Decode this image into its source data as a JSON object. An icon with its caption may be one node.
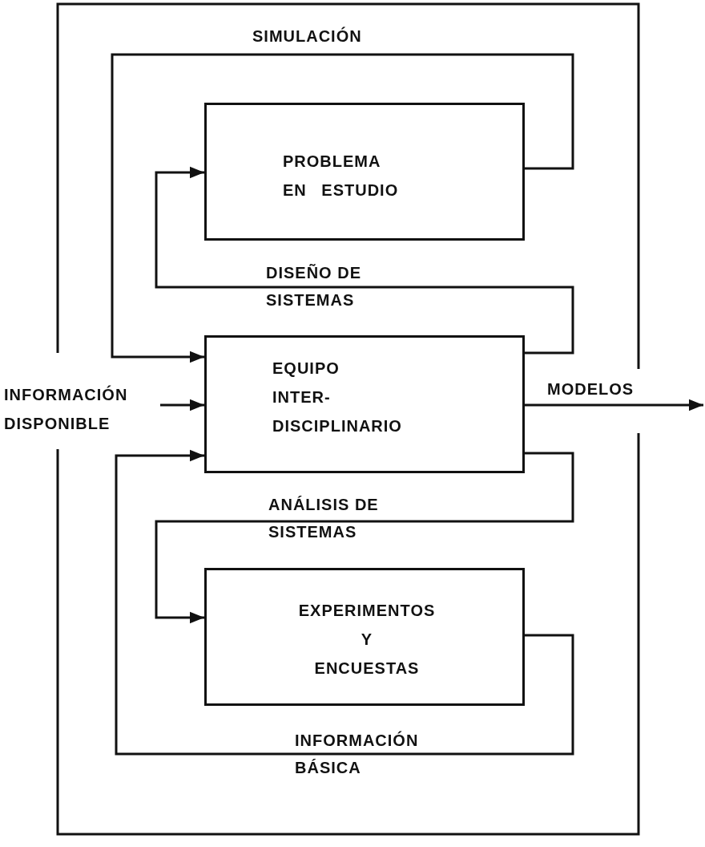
{
  "diagram": {
    "nodes": [
      {
        "text": [
          "PROBLEMA EN ESTUDIO"
        ]
      },
      {
        "text": [
          "EQUIPO INTER- DISCIPLINARIO"
        ]
      },
      {
        "text": [
          "EXPERIMENTOS Y ENCUESTAS"
        ]
      },
      {
        "text": [
          "INFORMACIÓN DISPONIBLE"
        ]
      }
    ],
    "edges": [
      {
        "from": 0,
        "to": 1,
        "arrow": "to",
        "label": "SIMULACIÓN"
      },
      {
        "from": 1,
        "to": 0,
        "arrow": "to",
        "label": "DISEÑO DE SISTEMAS"
      },
      {
        "from": 1,
        "to": 2,
        "arrow": "to",
        "label": "ANÁLISIS DE SISTEMAS"
      },
      {
        "from": 2,
        "to": 1,
        "arrow": "to",
        "label": "INFORMACIÓN BÁSICA"
      },
      {
        "from": 3,
        "to": 1,
        "arrow": "to"
      },
      {
        "from": 1,
        "to": null,
        "arrow": "to",
        "label": "MODELOS"
      }
    ]
  }
}
